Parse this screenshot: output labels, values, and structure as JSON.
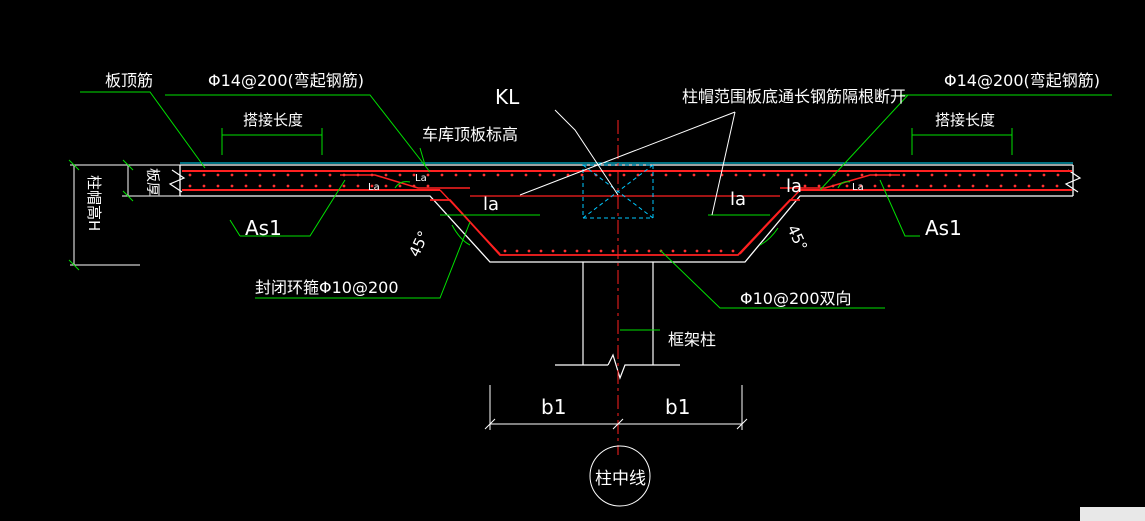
{
  "labels": {
    "slab_top_rebar": "板顶筋",
    "bent_rebar_left": "Φ14@200(弯起钢筋)",
    "bent_rebar_right": "Φ14@200(弯起钢筋)",
    "lap_length_left": "搭接长度",
    "lap_length_right": "搭接长度",
    "beam": "KL",
    "cutoff_note": "柱帽范围板底通长钢筋隔根断开",
    "garage_roof_level": "车库顶板标高",
    "slab_thickness": "板厚",
    "capital_height": "柱帽高H",
    "as1_left": "As1",
    "as1_right": "As1",
    "la_small_1": "La",
    "la_small_2": "La",
    "la_small_3": "La",
    "la_mid_left": "la",
    "la_mid_right": "la",
    "la_big_right": "la",
    "angle_left": "45°",
    "angle_right": "45°",
    "closed_stirrup": "封闭环箍Φ10@200",
    "two_way": "Φ10@200双向",
    "frame_column": "框架柱",
    "b1_left": "b1",
    "b1_right": "b1",
    "column_centerline": "柱中线"
  },
  "colors": {
    "background": "#000000",
    "concrete_outline": "#ffffff",
    "rebar": "#ff2020",
    "leader": "#00e000",
    "slab_top_line": "#00e0ff",
    "beam_box": "#00c8ff",
    "text": "#ffffff"
  }
}
